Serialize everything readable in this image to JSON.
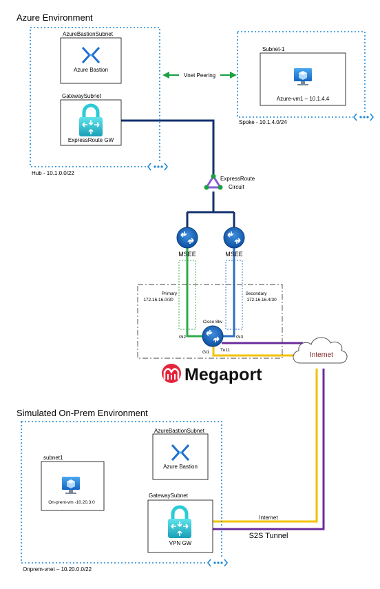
{
  "azure": {
    "title": "Azure Environment",
    "bastion_subnet": "AzureBastionSubnet",
    "bastion_label": "Azure Bastion",
    "gateway_subnet": "GatewaySubnet",
    "er_gw_label": "ExpressRoute GW",
    "hub_label": "Hub - 10.1.0.0/22",
    "spoke_subnet": "Subnet-1",
    "vm_label": "Azure-vm1 – 10.1.4.4",
    "spoke_label": "Spoke - 10.1.4.0/24",
    "peering_label": "Vnet Peering"
  },
  "circuit": {
    "label_line1": "ExpressRoute",
    "label_line2": "Circuit"
  },
  "msee": {
    "left_label": "MSEE",
    "right_label": "MSEE"
  },
  "megaport": {
    "primary_label": "Primary",
    "primary_subnet": "172.16.16.0/30",
    "secondary_label": "Secondary",
    "secondary_subnet": "172.16.16.4/30",
    "router_label": "Cisco 8kv",
    "gi2": "Gi2",
    "gi3": "Gi3",
    "gi1": "Gi1",
    "tu11": "Tu11",
    "brand": "Megaport"
  },
  "internet": {
    "label": "Internet"
  },
  "onprem": {
    "title": "Simulated On-Prem Environment",
    "subnet1": "subnet1",
    "vm_label": "On-prem-vm -10.20.3.0",
    "bastion_subnet": "AzureBastionSubnet",
    "bastion_label": "Azure Bastion",
    "gateway_subnet": "GatewaySubnet",
    "vpn_gw_label": "VPN GW",
    "vnet_label": "Onprem-vnet – 10.20.0.0/22",
    "internet_line_label": "Internet",
    "s2s_label": "S2S Tunnel"
  },
  "colors": {
    "vnet_border": "#1e88d6",
    "express_route_line": "#12306e",
    "primary_line": "#2eaa4a",
    "secondary_line": "#2c6fbf",
    "internet_line": "#f2c200",
    "tunnel_line": "#6a2c9c",
    "peering_arrow": "#1aa142",
    "megaport_red": "#e5243b"
  }
}
